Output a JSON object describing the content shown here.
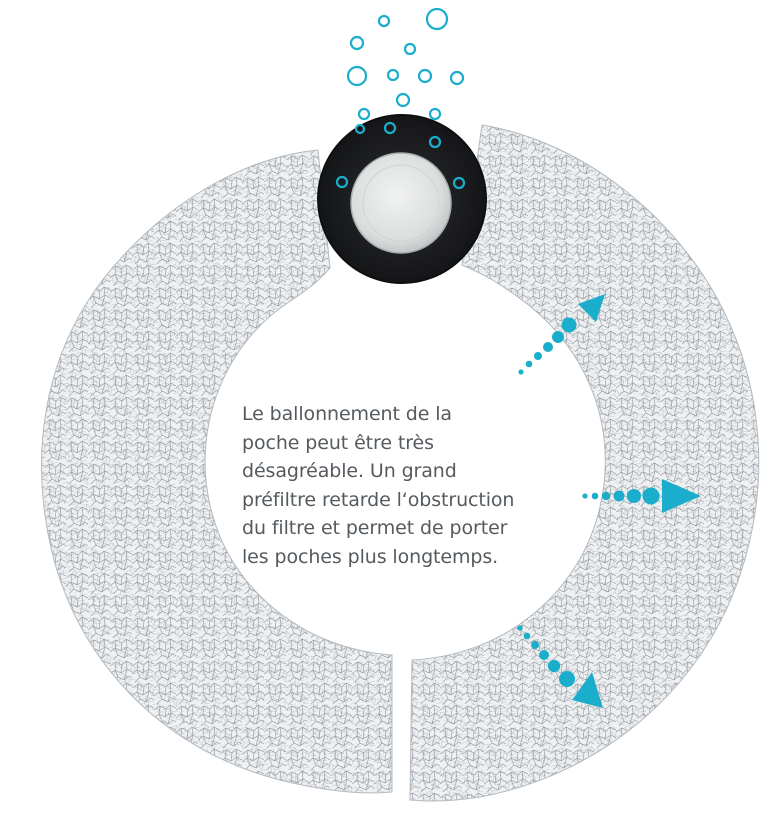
{
  "caption": {
    "lines": [
      "Le ballonnement de la",
      "poche peut être très",
      "désagréable. Un grand",
      "préfiltre retarde l‘obstruction",
      "du filtre et permet de porter",
      "les poches plus longtemps."
    ]
  },
  "colors": {
    "accent": "#1aaecc",
    "foam": "#e9ecef",
    "filter_dark": "#1c1d20",
    "center_disc": "#e3e4e4",
    "text": "#555a5e"
  },
  "icons": {
    "bubbles": "gas-bubbles",
    "arrows": "dotted-arrows"
  }
}
